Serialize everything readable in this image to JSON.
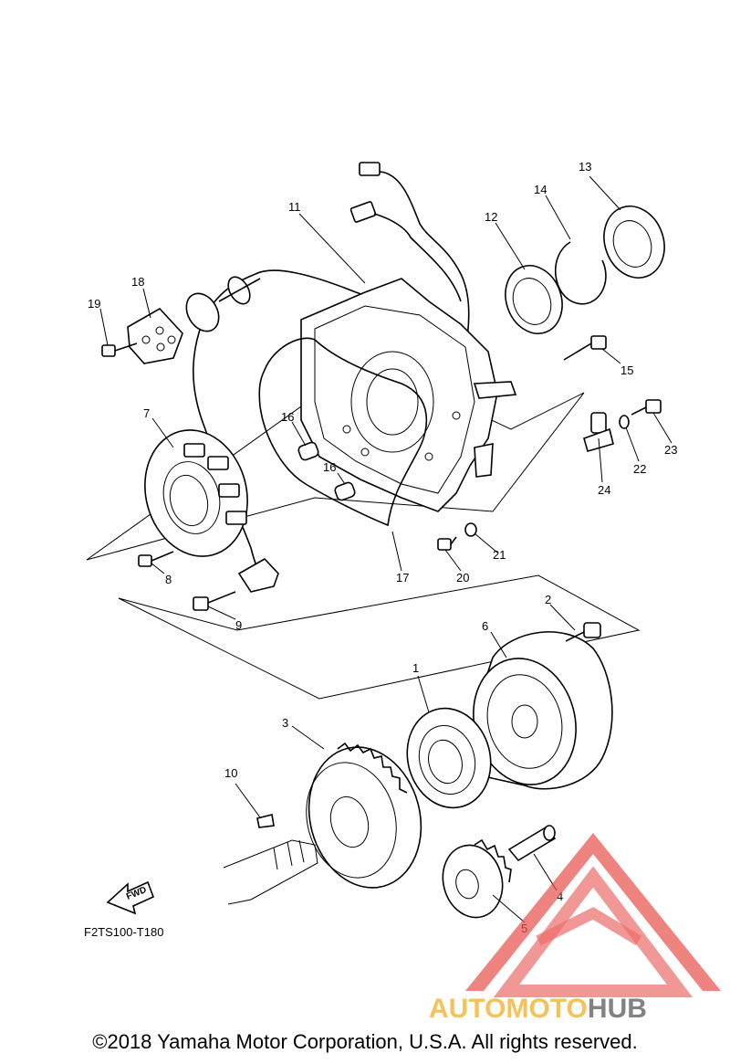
{
  "diagram": {
    "callouts": [
      {
        "id": "1",
        "label": "1"
      },
      {
        "id": "2",
        "label": "2"
      },
      {
        "id": "3",
        "label": "3"
      },
      {
        "id": "4",
        "label": "4"
      },
      {
        "id": "5",
        "label": "5"
      },
      {
        "id": "6",
        "label": "6"
      },
      {
        "id": "7",
        "label": "7"
      },
      {
        "id": "8",
        "label": "8"
      },
      {
        "id": "9",
        "label": "9"
      },
      {
        "id": "10",
        "label": "10"
      },
      {
        "id": "11",
        "label": "11"
      },
      {
        "id": "12",
        "label": "12"
      },
      {
        "id": "13",
        "label": "13"
      },
      {
        "id": "14",
        "label": "14"
      },
      {
        "id": "15",
        "label": "15"
      },
      {
        "id": "16a",
        "label": "16"
      },
      {
        "id": "16b",
        "label": "16"
      },
      {
        "id": "17",
        "label": "17"
      },
      {
        "id": "18",
        "label": "18"
      },
      {
        "id": "19",
        "label": "19"
      },
      {
        "id": "20",
        "label": "20"
      },
      {
        "id": "21",
        "label": "21"
      },
      {
        "id": "22",
        "label": "22"
      },
      {
        "id": "23",
        "label": "23"
      },
      {
        "id": "24",
        "label": "24"
      }
    ],
    "fwd_label": "FWD",
    "diagram_code": "F2TS100-T180"
  },
  "watermark": {
    "part1": "AUTO",
    "part2": "MOTO",
    "part3": "HUB",
    "colors": {
      "logo": "#e8534f",
      "auto": "#f4b73d",
      "moto": "#f4b73d",
      "hub": "#6d6d6d"
    }
  },
  "footer": {
    "copyright": "©2018 Yamaha Motor Corporation, U.S.A. All rights reserved."
  }
}
